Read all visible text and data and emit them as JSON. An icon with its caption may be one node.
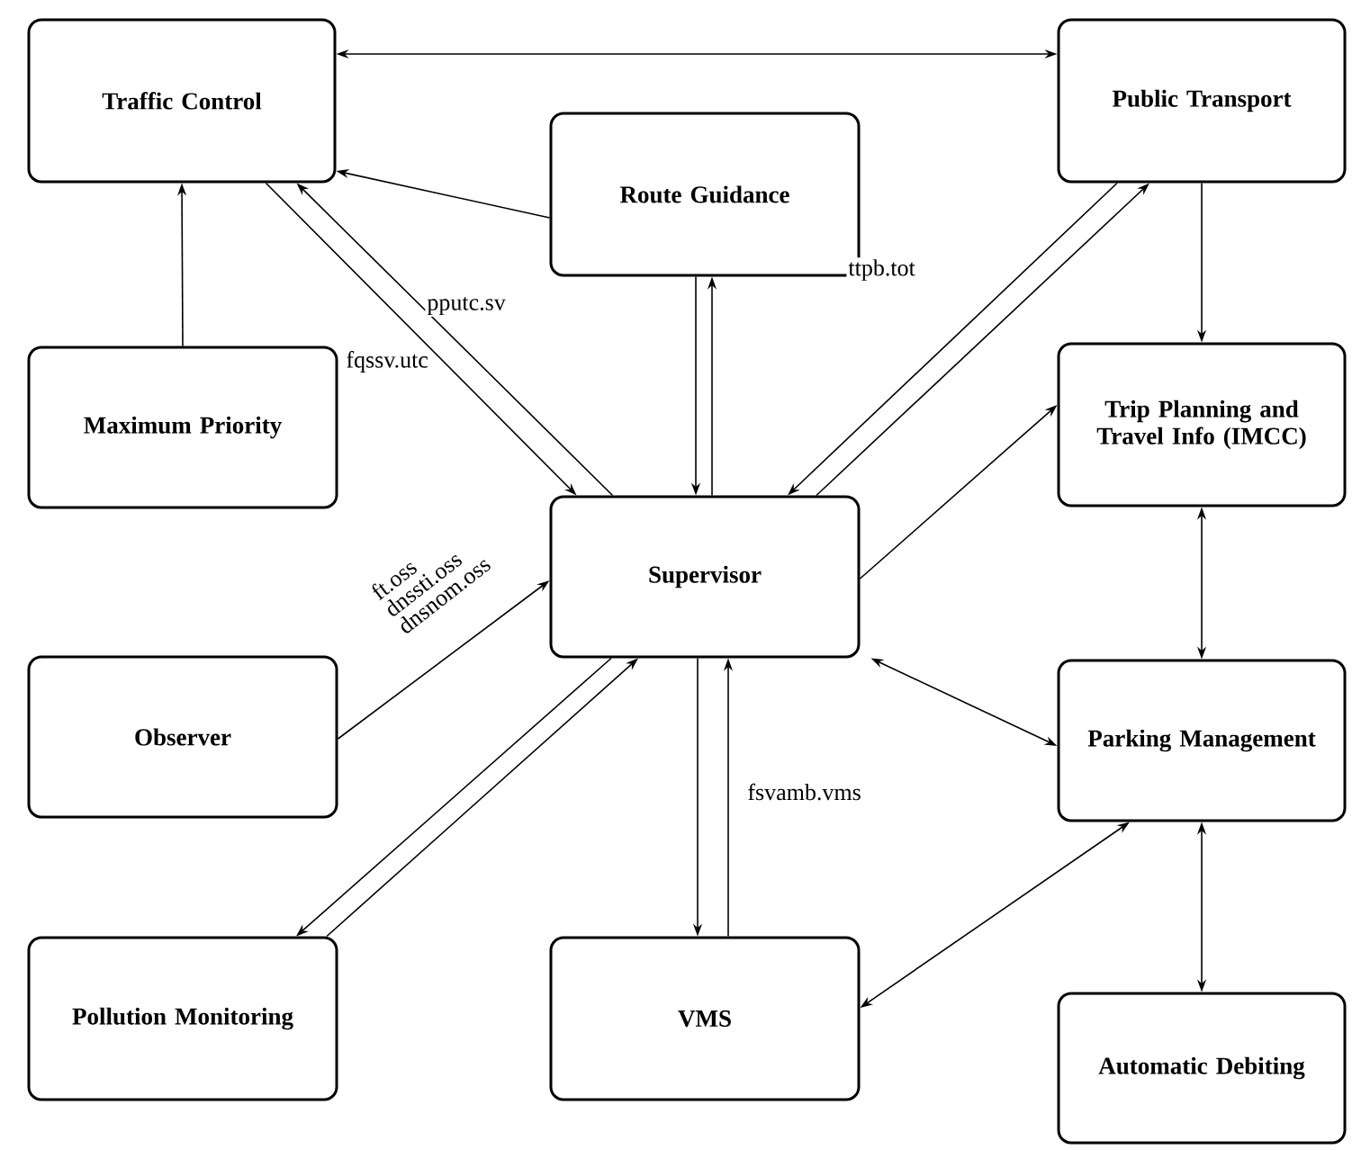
{
  "diagram": {
    "nodes": [
      {
        "text": [
          "Traffic Control"
        ]
      },
      {
        "text": [
          "Route Guidance"
        ]
      },
      {
        "text": [
          "Public Transport"
        ]
      },
      {
        "text": [
          "Maximum Priority"
        ]
      },
      {
        "text": [
          "Trip Planning and Travel Info (IMCC)"
        ]
      },
      {
        "text": [
          "Supervisor"
        ]
      },
      {
        "text": [
          "Observer"
        ]
      },
      {
        "text": [
          "Parking Management"
        ]
      },
      {
        "text": [
          "Pollution Monitoring"
        ]
      },
      {
        "text": [
          "VMS"
        ]
      },
      {
        "text": [
          "Automatic Debiting"
        ]
      }
    ],
    "edges": [
      {
        "from": 0,
        "to": 2,
        "arrow": "both"
      },
      {
        "from": 1,
        "to": 0,
        "arrow": "to"
      },
      {
        "from": 3,
        "to": 0,
        "arrow": "to"
      },
      {
        "from": 0,
        "to": 5,
        "arrow": "to",
        "label": "fqssv.utc"
      },
      {
        "from": 5,
        "to": 0,
        "arrow": "to",
        "label": "pputc.sv"
      },
      {
        "from": 1,
        "to": 5,
        "arrow": "to"
      },
      {
        "from": 5,
        "to": 1,
        "arrow": "to"
      },
      {
        "from": 2,
        "to": 5,
        "arrow": "to",
        "label": "ttpb.tot"
      },
      {
        "from": 5,
        "to": 2,
        "arrow": "to"
      },
      {
        "from": 2,
        "to": 4,
        "arrow": "to"
      },
      {
        "from": 5,
        "to": 4,
        "arrow": "to"
      },
      {
        "from": 4,
        "to": 7,
        "arrow": "both"
      },
      {
        "from": 6,
        "to": 5,
        "arrow": "to",
        "label": "ft.oss dnssti.oss dnsnom.oss"
      },
      {
        "from": 5,
        "to": 8,
        "arrow": "to"
      },
      {
        "from": 8,
        "to": 5,
        "arrow": "to"
      },
      {
        "from": 5,
        "to": 9,
        "arrow": "to"
      },
      {
        "from": 9,
        "to": 5,
        "arrow": "to",
        "label": "fsvamb.vms"
      },
      {
        "from": 5,
        "to": 7,
        "arrow": "both"
      },
      {
        "from": 9,
        "to": 7,
        "arrow": "both"
      },
      {
        "from": 7,
        "to": 10,
        "arrow": "both"
      }
    ]
  }
}
